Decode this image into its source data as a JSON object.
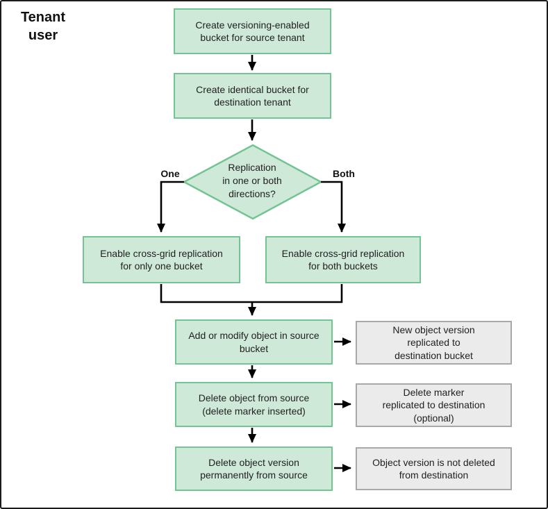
{
  "diagram": {
    "actor_label": "Tenant user",
    "nodes": {
      "create_source": {
        "lines": [
          "Create versioning-enabled",
          "bucket for source tenant"
        ]
      },
      "create_dest": {
        "lines": [
          "Create identical bucket for",
          "destination tenant"
        ]
      },
      "decision": {
        "lines": [
          "Replication",
          "in one or both",
          "directions?"
        ]
      },
      "enable_one": {
        "lines": [
          "Enable cross-grid replication",
          "for only one bucket"
        ]
      },
      "enable_both": {
        "lines": [
          "Enable cross-grid replication",
          "for both buckets"
        ]
      },
      "add_modify": {
        "lines": [
          "Add or modify object in source",
          "bucket"
        ]
      },
      "delete_source": {
        "lines": [
          "Delete object from source",
          "(delete marker inserted)"
        ]
      },
      "delete_version": {
        "lines": [
          "Delete object version",
          "permanently from source"
        ]
      },
      "result_new_version": {
        "lines": [
          "New object version",
          "replicated to",
          "destination bucket"
        ]
      },
      "result_delete_marker": {
        "lines": [
          "Delete marker",
          "replicated to destination",
          "(optional)"
        ]
      },
      "result_not_deleted": {
        "lines": [
          "Object version is not deleted",
          "from destination"
        ]
      }
    },
    "branch_labels": {
      "left": "One",
      "right": "Both"
    },
    "colors": {
      "step_fill": "#cfe9d9",
      "step_border": "#72c493",
      "result_fill": "#ebebeb",
      "result_border": "#a8a8a8",
      "arrow": "#000000",
      "text": "#1f1f1f",
      "frame_border": "#1a1a1a"
    }
  }
}
